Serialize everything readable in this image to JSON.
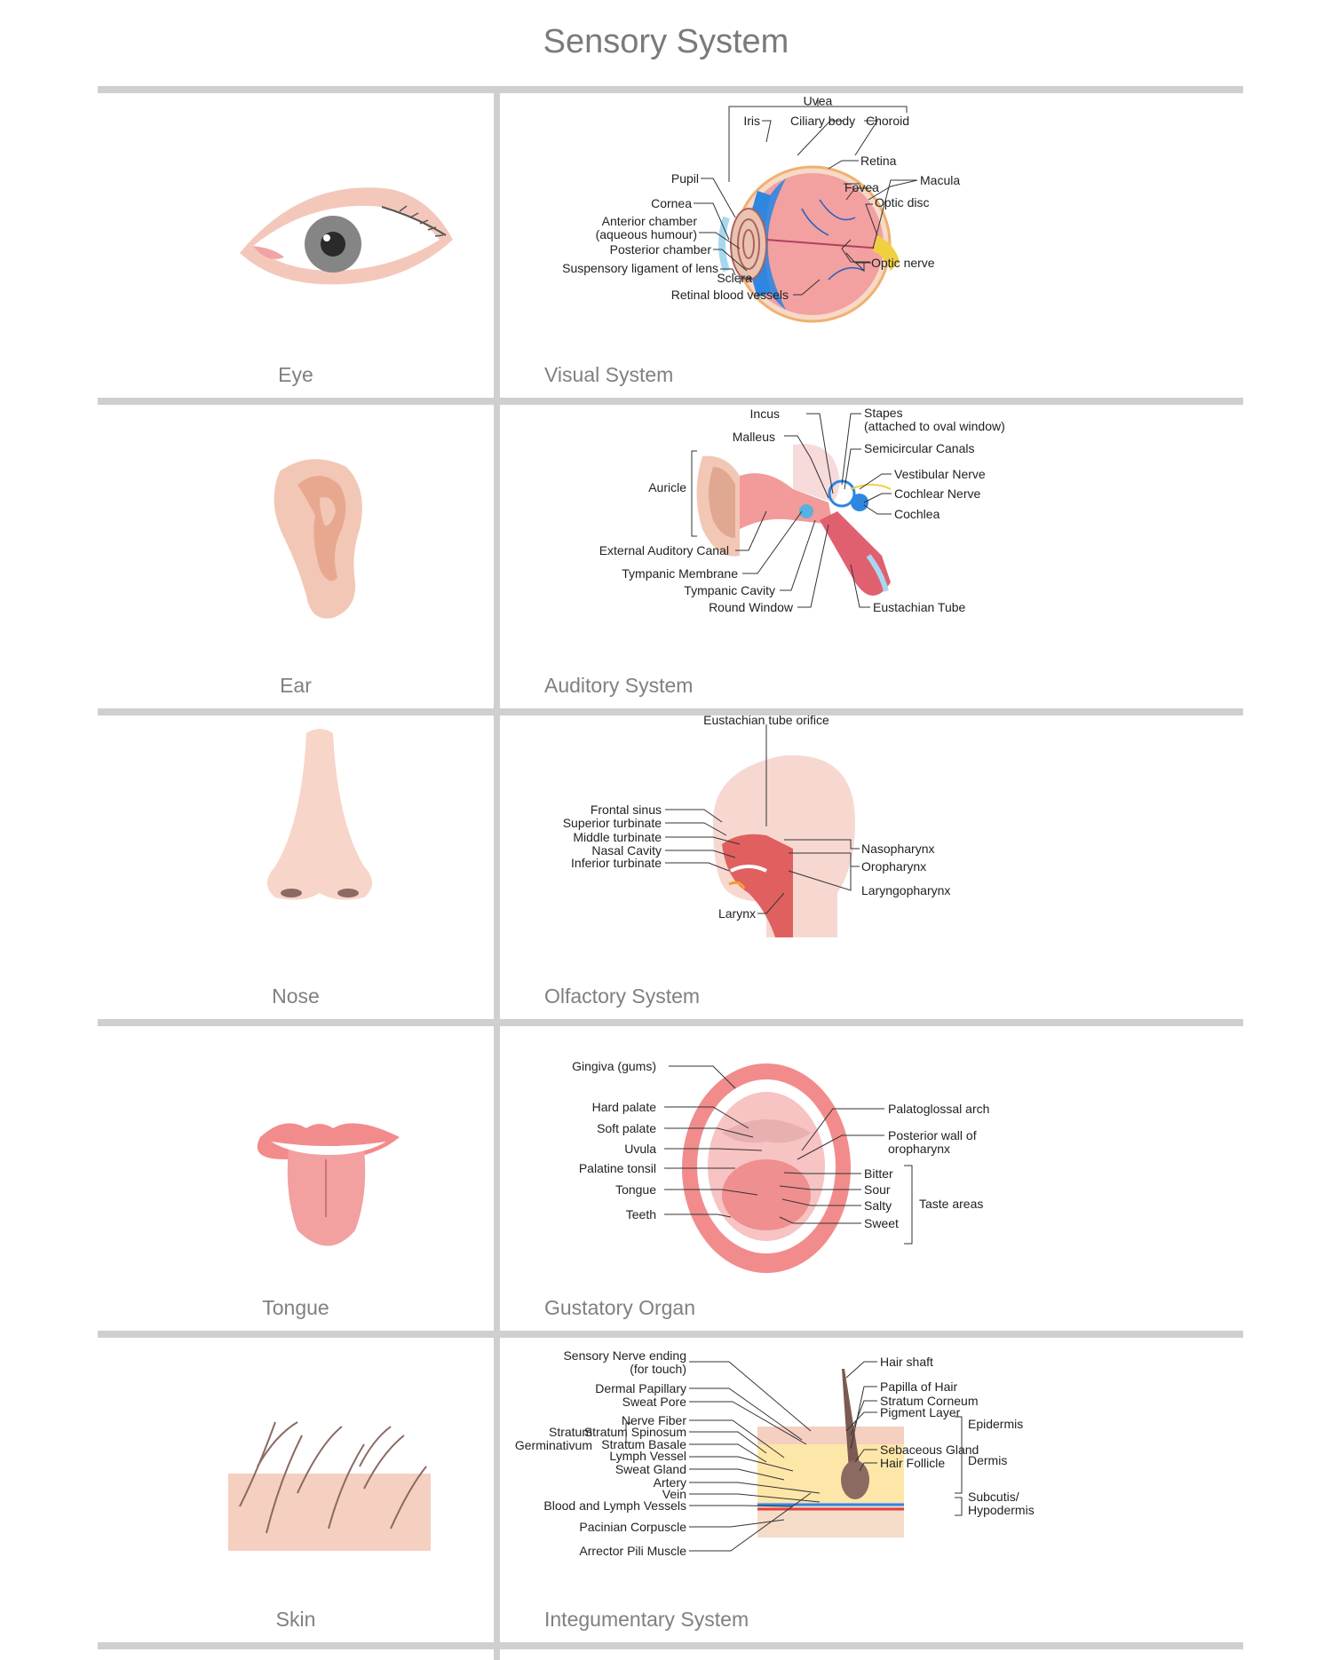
{
  "title": "Sensory System",
  "rows": [
    {
      "organ": "Eye",
      "system": "Visual System",
      "labels": {
        "uvea": "Uvea",
        "iris": "Iris",
        "ciliary": "Ciliary body",
        "choroid": "Choroid",
        "retina": "Retina",
        "pupil": "Pupil",
        "fovea": "Fovea",
        "macula": "Macula",
        "cornea": "Cornea",
        "optic_disc": "Optic disc",
        "anterior1": "Anterior chamber",
        "anterior2": "(aqueous humour)",
        "posterior": "Posterior chamber",
        "suspensory": "Suspensory ligament of lens",
        "sclera": "Sclera",
        "optic_nerve": "Optic nerve",
        "retinal_vessels": "Retinal blood vessels"
      }
    },
    {
      "organ": "Ear",
      "system": "Auditory System",
      "labels": {
        "incus": "Incus",
        "stapes1": "Stapes",
        "stapes2": "(attached to oval window)",
        "malleus": "Malleus",
        "semicircular": "Semicircular Canals",
        "auricle": "Auricle",
        "vestibular": "Vestibular Nerve",
        "cochlear_nerve": "Cochlear Nerve",
        "cochlea": "Cochlea",
        "canal": "External Auditory Canal",
        "tympanic_membrane": "Tympanic Membrane",
        "tympanic_cavity": "Tympanic Cavity",
        "round_window": "Round Window",
        "eustachian": "Eustachian Tube"
      }
    },
    {
      "organ": "Nose",
      "system": "Olfactory System",
      "labels": {
        "orifice": "Eustachian tube orifice",
        "frontal": "Frontal sinus",
        "superior": "Superior turbinate",
        "middle": "Middle turbinate",
        "nasal_cavity": "Nasal Cavity",
        "inferior": "Inferior turbinate",
        "nasopharynx": "Nasopharynx",
        "oropharynx": "Oropharynx",
        "laryngopharynx": "Laryngopharynx",
        "larynx": "Larynx"
      }
    },
    {
      "organ": "Tongue",
      "system": "Gustatory Organ",
      "labels": {
        "gingiva": "Gingiva (gums)",
        "hard_palate": "Hard palate",
        "soft_palate": "Soft palate",
        "uvula": "Uvula",
        "palatine": "Palatine tonsil",
        "tongue": "Tongue",
        "teeth": "Teeth",
        "palatoglossal": "Palatoglossal arch",
        "posterior1": "Posterior wall of",
        "posterior2": "oropharynx",
        "bitter": "Bitter",
        "sour": "Sour",
        "salty": "Salty",
        "sweet": "Sweet",
        "taste_areas": "Taste areas"
      }
    },
    {
      "organ": "Skin",
      "system": "Integumentary System",
      "labels": {
        "sensory1": "Sensory Nerve ending",
        "sensory2": "(for touch)",
        "dermal_papillary": "Dermal Papillary",
        "sweat_pore": "Sweat Pore",
        "nerve_fiber": "Nerve Fiber",
        "stratum_left1": "Stratum",
        "stratum_left2": "Germinativum",
        "spinosum": "Stratum Spinosum",
        "basale": "Stratum Basale",
        "lymph": "Lymph Vessel",
        "sweat_gland": "Sweat Gland",
        "artery": "Artery",
        "vein": "Vein",
        "blood_lymph": "Blood and Lymph Vessels",
        "pacinian": "Pacinian Corpuscle",
        "arrector": "Arrector Pili Muscle",
        "hair_shaft": "Hair shaft",
        "papilla": "Papilla of Hair",
        "corneum": "Stratum Corneum",
        "pigment": "Pigment Layer",
        "epidermis": "Epidermis",
        "sebaceous": "Sebaceous Gland",
        "dermis": "Dermis",
        "hair_follicle": "Hair Follicle",
        "subcutis1": "Subcutis/",
        "subcutis2": "Hypodermis"
      }
    }
  ]
}
